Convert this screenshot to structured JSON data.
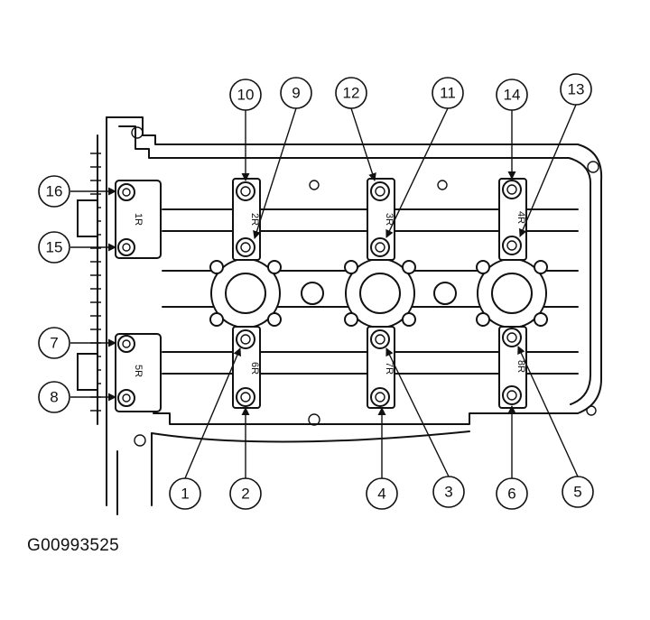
{
  "figure_id": "G00993525",
  "callouts": [
    "1",
    "2",
    "3",
    "4",
    "5",
    "6",
    "7",
    "8",
    "9",
    "10",
    "11",
    "12",
    "13",
    "14",
    "15",
    "16"
  ],
  "cap_labels": [
    "1R",
    "2R",
    "3R",
    "4R",
    "5R",
    "6R",
    "7R",
    "8R"
  ],
  "colors": {
    "line": "#111111",
    "background": "#ffffff"
  }
}
